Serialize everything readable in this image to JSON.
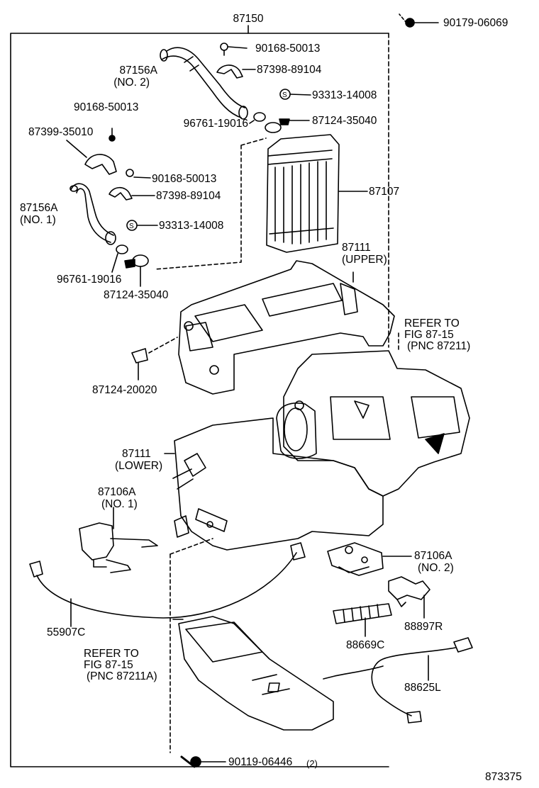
{
  "diagram_number": "873375",
  "labels": {
    "main_assembly": "87150",
    "screw_top": "90179-06069",
    "screw_upper": "90168-50013",
    "hose2_label": "87156A",
    "hose2_sub": "(NO. 2)",
    "clamp2": "87398-89104",
    "oring_label": "93313-14008",
    "gasket2": "96761-19016",
    "clip2": "87124-35040",
    "screw_left_a": "90168-50013",
    "clamp_left": "87399-35010",
    "screw_left_b": "90168-50013",
    "clamp1": "87398-89104",
    "core": "87107",
    "hose1_label": "87156A",
    "hose1_sub": "(NO. 1)",
    "oring_left": "93313-14008",
    "gasket1": "96761-19016",
    "clip1": "87124-35040",
    "case_upper": "87111",
    "case_upper_sub": "(UPPER)",
    "refer1_a": "REFER TO",
    "refer1_b": "FIG 87-15",
    "refer1_c": "(PNC 87211)",
    "clip_small": "87124-20020",
    "case_lower": "87111",
    "case_lower_sub": "(LOWER)",
    "servo1": "87106A",
    "servo1_sub": "(NO. 1)",
    "servo2": "87106A",
    "servo2_sub": "(NO. 2)",
    "cable": "55907C",
    "sensor": "88897R",
    "tube": "88669C",
    "refer2_a": "REFER TO",
    "refer2_b": "FIG 87-15",
    "refer2_c": "(PNC 87211A)",
    "harness": "88625L",
    "bolt_bottom": "90119-06446",
    "bolt_bottom_qty": "(2)"
  }
}
